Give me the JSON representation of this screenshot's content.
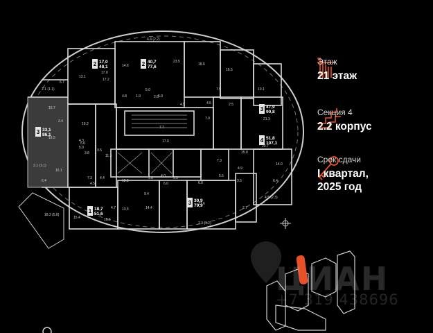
{
  "info": {
    "floor_label": "Этаж",
    "floor_value": "21 этаж",
    "section_label": "Секция 4",
    "section_value": "2.2 корпус",
    "deadline_label": "Срок сдачи",
    "deadline_value_line1": "I квартал,",
    "deadline_value_line2": "2025 год"
  },
  "apartments": [
    {
      "rooms": "2",
      "area_living": "17,0",
      "area_total": "48,1"
    },
    {
      "rooms": "2",
      "area_living": "40,7",
      "area_total": "77,6"
    },
    {
      "rooms": "3",
      "area_living": "47,9",
      "area_total": "90,8"
    },
    {
      "rooms": "3",
      "area_living": "33,1",
      "area_total": "86,1"
    },
    {
      "rooms": "4",
      "area_living": "51,8",
      "area_total": "107,1"
    },
    {
      "rooms": "1",
      "area_living": "18,7",
      "area_total": "51,6"
    },
    {
      "rooms": "3",
      "area_living": "30,9",
      "area_total": "79,9"
    }
  ],
  "room_labels": [
    "4.4 (2.2)",
    "14.6",
    "17.0",
    "23.5",
    "18.6",
    "16.5",
    "6.7",
    "13.1",
    "17.2",
    "5.0",
    "2.1 (1.1)",
    "4.8",
    "5.9",
    "4.5",
    "7.9",
    "10.1",
    "16.7",
    "2.4",
    "1.9",
    "2.6",
    "4.5",
    "2.5",
    "21.3",
    "19.2",
    "7.7",
    "7.0",
    "18.5",
    "5.0",
    "3.5",
    "3.8",
    "5.0",
    "17.0",
    "15.0",
    "20.7",
    "4.3",
    "11.3",
    "2.1 (1.1)",
    "7.3",
    "4.9",
    "16.1",
    "6.4",
    "2.8",
    "4.0",
    "5.5",
    "14.0",
    "7.3",
    "12.5",
    "5.9",
    "3.5",
    "6.4",
    "4.4",
    "4.5",
    "6.0",
    "6.0",
    "4.5 (2.3)",
    "9.4",
    "4.7",
    "13.5",
    "14.4",
    "17.6",
    "2.7",
    "18.3 (5.8)",
    "15.4",
    "16.5",
    "2.3 (1.2)"
  ],
  "watermark": {
    "brand": "ЦИАН",
    "phone": "+7 319 438696"
  },
  "colors": {
    "background": "#000000",
    "accent": "#e8502a",
    "active_apartment": "#3c3c3c"
  },
  "icons": [
    "floor-icon",
    "section-stairs-icon",
    "key-icon",
    "compass-icon"
  ]
}
